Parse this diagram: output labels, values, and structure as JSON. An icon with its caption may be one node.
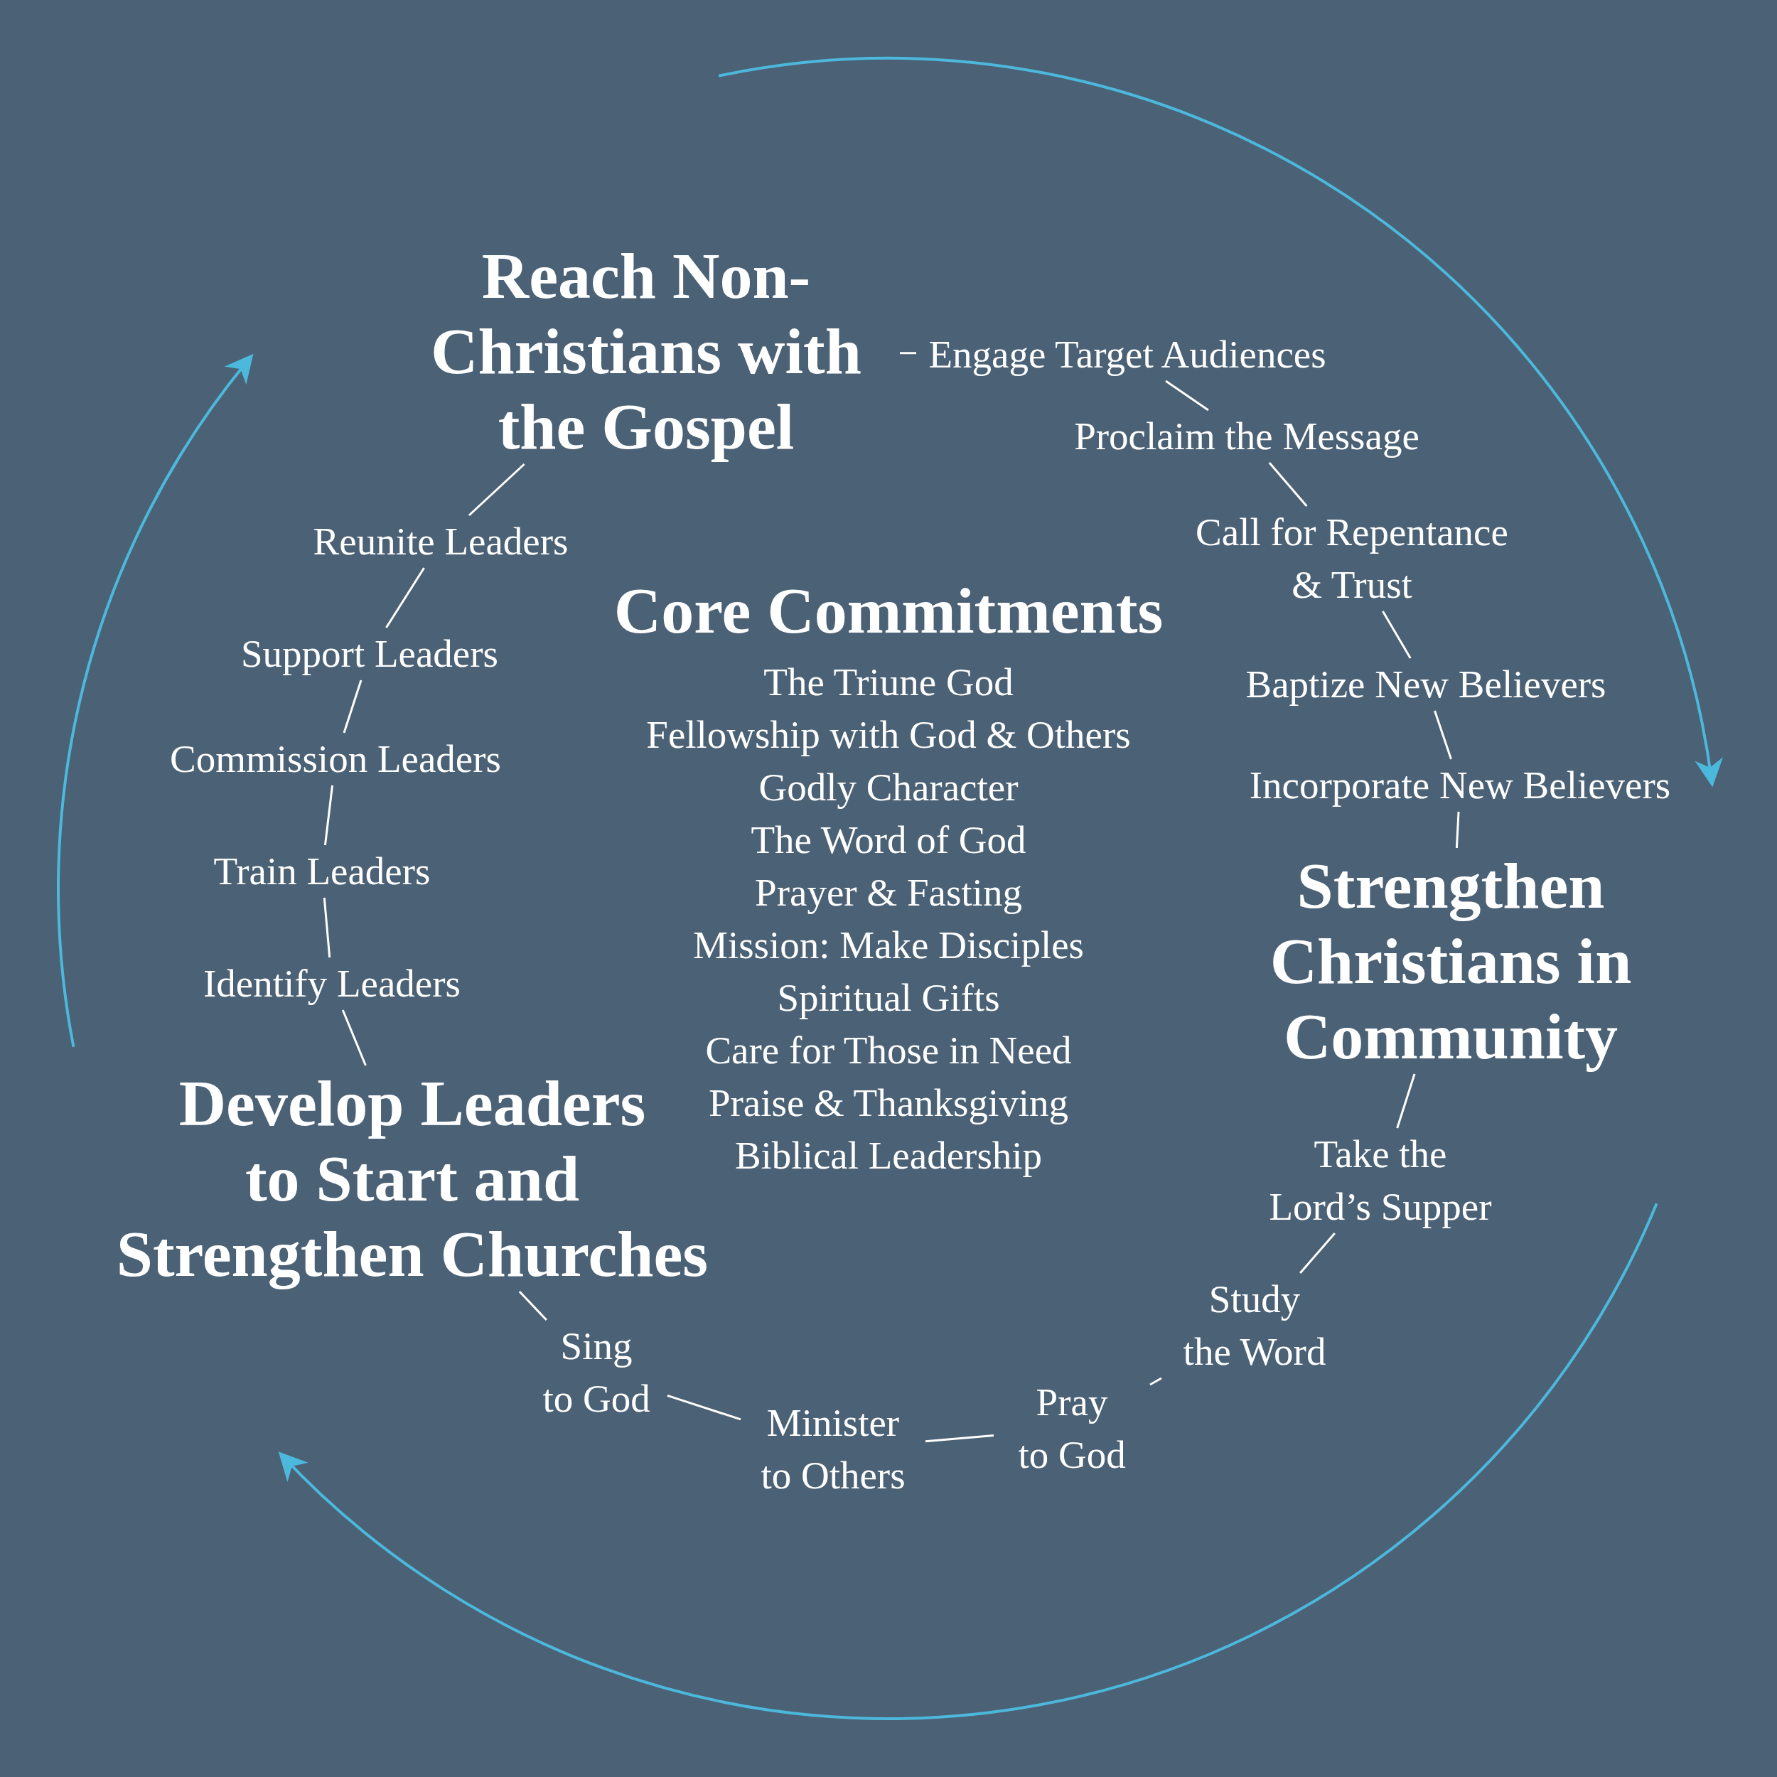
{
  "diagram": {
    "nodes": [
      {
        "text": [
          "Reach Non-Christians with the Gospel"
        ]
      },
      {
        "text": [
          "Engage Target Audiences"
        ]
      },
      {
        "text": [
          "Proclaim the Message"
        ]
      },
      {
        "text": [
          "Call for Repentance & Trust"
        ]
      },
      {
        "text": [
          "Baptize New Believers"
        ]
      },
      {
        "text": [
          "Incorporate New Believers"
        ]
      },
      {
        "text": [
          "Strengthen Christians in Community"
        ]
      },
      {
        "text": [
          "Take the Lord’s Supper"
        ]
      },
      {
        "text": [
          "Study the Word"
        ]
      },
      {
        "text": [
          "Pray to God"
        ]
      },
      {
        "text": [
          "Minister to Others"
        ]
      },
      {
        "text": [
          "Sing to God"
        ]
      },
      {
        "text": [
          "Develop Leaders to Start and Strengthen Churches"
        ]
      },
      {
        "text": [
          "Identify Leaders"
        ]
      },
      {
        "text": [
          "Train Leaders"
        ]
      },
      {
        "text": [
          "Commission Leaders"
        ]
      },
      {
        "text": [
          "Support Leaders"
        ]
      },
      {
        "text": [
          "Reunite Leaders"
        ]
      },
      {
        "text": [
          "Core Commitments",
          "The Triune God",
          "Fellowship with God & Others",
          "Godly Character",
          "The Word of God",
          "Prayer & Fasting",
          "Mission: Make Disciples",
          "Spiritual Gifts",
          "Care for Those in Need",
          "Praise & Thanksgiving",
          "Biblical Leadership"
        ]
      }
    ],
    "edges": [
      {
        "from": 0,
        "to": 1,
        "arrow": "none"
      },
      {
        "from": 1,
        "to": 2,
        "arrow": "none"
      },
      {
        "from": 2,
        "to": 3,
        "arrow": "none"
      },
      {
        "from": 3,
        "to": 4,
        "arrow": "none"
      },
      {
        "from": 4,
        "to": 5,
        "arrow": "none"
      },
      {
        "from": 5,
        "to": 6,
        "arrow": "none"
      },
      {
        "from": 6,
        "to": 7,
        "arrow": "none"
      },
      {
        "from": 7,
        "to": 8,
        "arrow": "none"
      },
      {
        "from": 8,
        "to": 9,
        "arrow": "none"
      },
      {
        "from": 9,
        "to": 10,
        "arrow": "none"
      },
      {
        "from": 10,
        "to": 11,
        "arrow": "none"
      },
      {
        "from": 11,
        "to": 12,
        "arrow": "none"
      },
      {
        "from": 12,
        "to": 13,
        "arrow": "none"
      },
      {
        "from": 13,
        "to": 14,
        "arrow": "none"
      },
      {
        "from": 14,
        "to": 15,
        "arrow": "none"
      },
      {
        "from": 15,
        "to": 16,
        "arrow": "none"
      },
      {
        "from": 16,
        "to": 17,
        "arrow": "none"
      },
      {
        "from": 17,
        "to": 0,
        "arrow": "none"
      }
    ]
  }
}
